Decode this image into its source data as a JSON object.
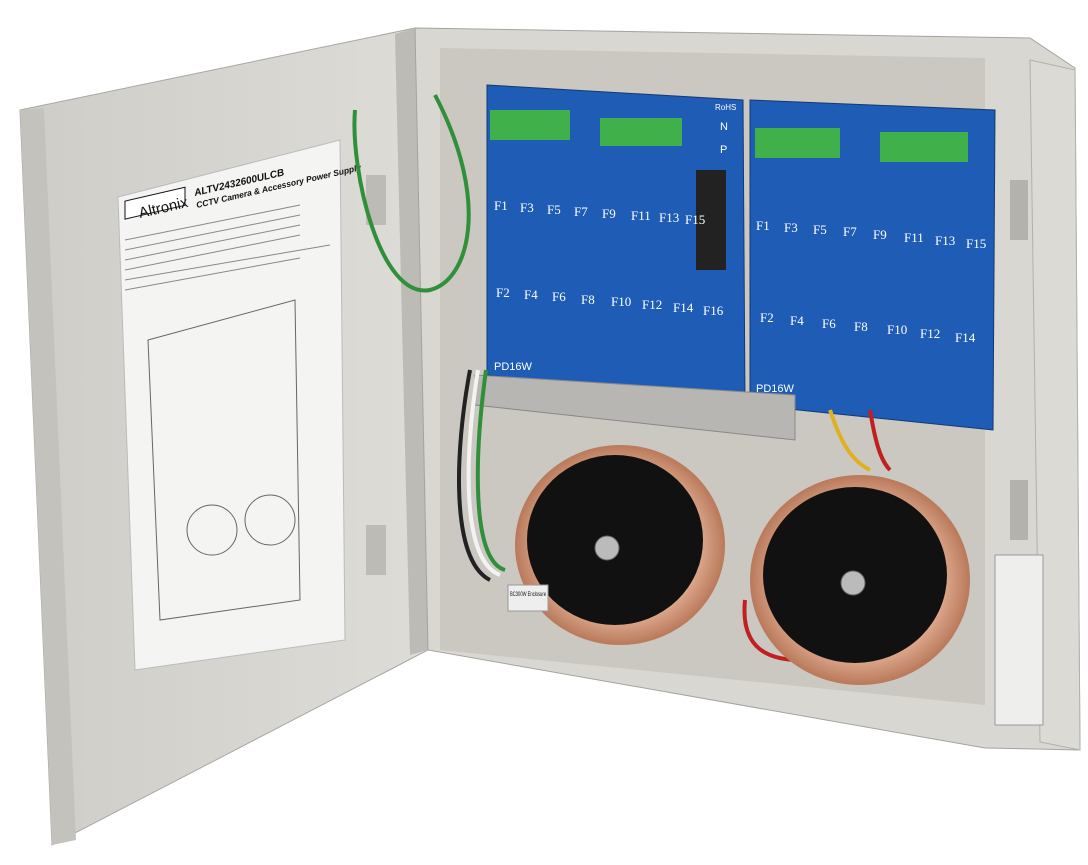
{
  "product": {
    "brand": "Altronix",
    "model": "ALTV2432600ULCB",
    "description": "CCTV Camera & Accessory Power Supply",
    "enclosure": "BC300W Enclosure"
  },
  "boards": [
    {
      "name": "PD16W",
      "marks": [
        "RoHS",
        "N",
        "P"
      ],
      "top_fuses": [
        "F1",
        "F3",
        "F5",
        "F7",
        "F9",
        "F11",
        "F13",
        "F15"
      ],
      "bottom_fuses": [
        "F2",
        "F4",
        "F6",
        "F8",
        "F10",
        "F12",
        "F14",
        "F16"
      ]
    },
    {
      "name": "PD16W",
      "top_fuses": [
        "F1",
        "F3",
        "F5",
        "F7",
        "F9",
        "F11",
        "F13",
        "F15"
      ],
      "bottom_fuses": [
        "F2",
        "F4",
        "F6",
        "F8",
        "F10",
        "F12",
        "F14"
      ]
    }
  ],
  "colors": {
    "enclosure": "#d8d6d1",
    "board": "#1f5cb5",
    "terminal": "#3fb04a",
    "transformer_core": "#111111",
    "winding": "#c98a6a",
    "ground_wire": "#2f8f3a"
  }
}
